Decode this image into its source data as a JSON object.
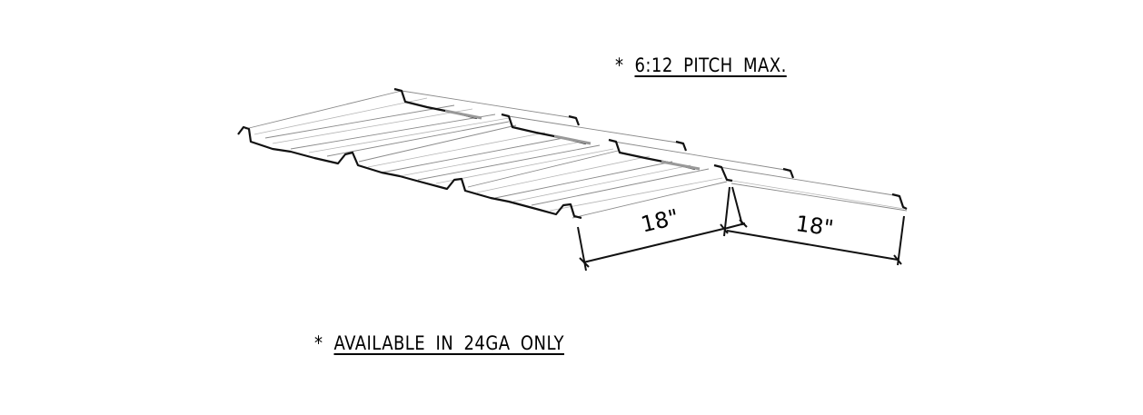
{
  "notes": {
    "pitch": {
      "marker": "*",
      "text": "6:12 PITCH MAX."
    },
    "gauge": {
      "marker": "*",
      "text": "AVAILABLE IN 24GA ONLY"
    }
  },
  "dimensions": {
    "lower_panel": "18\"",
    "upper_panel": "18\""
  },
  "drawing": {
    "subject": "ribbed-metal-roof-panel-ridge-cap",
    "line_color": "#111111",
    "rib_color": "#8a8a8a",
    "background": "#ffffff"
  }
}
